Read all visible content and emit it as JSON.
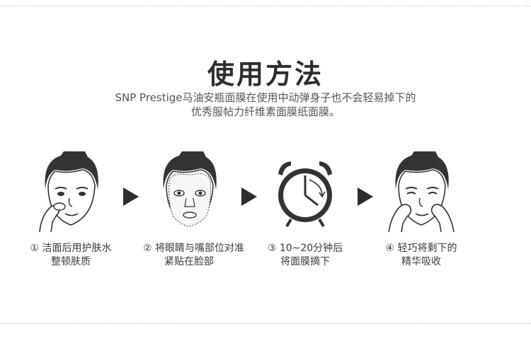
{
  "header": {
    "title": "使用方法",
    "subtitle_line1": "SNP Prestige马油安瓶面膜在使用中动弹身子也不会轻易掉下的",
    "subtitle_line2": "优秀服帖力纤维素面膜纸面膜。"
  },
  "steps": [
    {
      "icon": "face-cleansing-icon",
      "line1": "① 洁面后用护肤水",
      "line2": "整顿肤质"
    },
    {
      "icon": "face-mask-icon",
      "line1": "② 将眼睛与嘴部位对准",
      "line2": "紧贴在脸部"
    },
    {
      "icon": "alarm-clock-icon",
      "line1": "③ 10~20分钟后",
      "line2": "将面膜摘下"
    },
    {
      "icon": "face-patting-icon",
      "line1": "④ 轻巧将剩下的",
      "line2": "精华吸收"
    }
  ],
  "colors": {
    "dark": "#333333",
    "text": "#3a3a3a",
    "divider": "#cfcfcf"
  }
}
